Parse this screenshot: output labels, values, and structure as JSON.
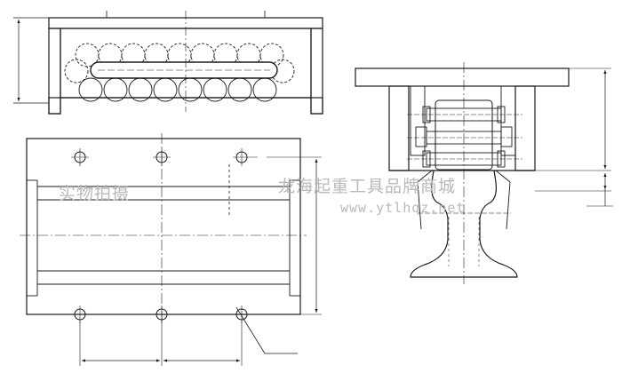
{
  "watermarks": {
    "left_text": "实物拍摄",
    "center_text": "龙海起重工具品牌商城",
    "url": "www.ytlhqz.net"
  },
  "colors": {
    "line": "#1a1a1a",
    "watermark": "#b9b9b9"
  }
}
